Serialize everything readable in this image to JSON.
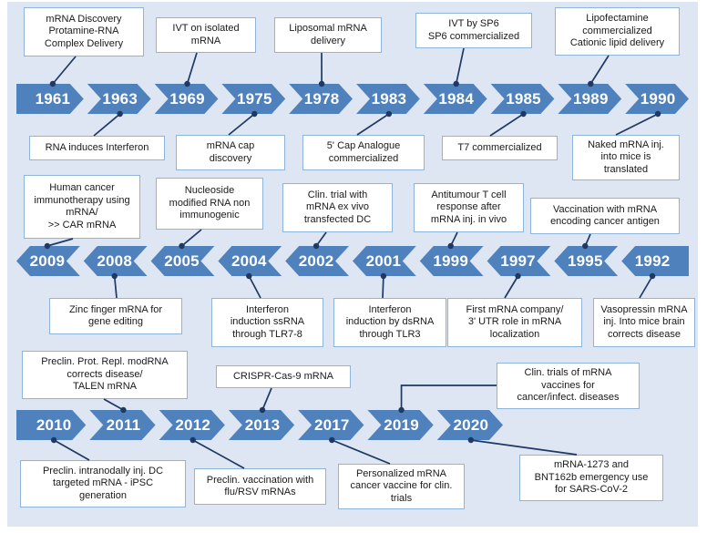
{
  "theme": {
    "canvas_bg": "#dde6f2",
    "band_fill": "#4f81bd",
    "band_border": "#ffffff",
    "box_border": "#8fb4da",
    "box_bg": "#ffffff",
    "connector": "#1f3864",
    "year_text": "#ffffff"
  },
  "rows": [
    {
      "id": "row-1",
      "direction": "right",
      "years": [
        "1961",
        "1963",
        "1969",
        "1975",
        "1978",
        "1983",
        "1984",
        "1985",
        "1989",
        "1990"
      ]
    },
    {
      "id": "row-2",
      "direction": "left",
      "years": [
        "2009",
        "2008",
        "2005",
        "2004",
        "2002",
        "2001",
        "1999",
        "1997",
        "1995",
        "1992"
      ]
    },
    {
      "id": "row-3",
      "direction": "right",
      "years": [
        "2010",
        "2011",
        "2012",
        "2013",
        "2017",
        "2019",
        "2020"
      ]
    }
  ],
  "events": {
    "e1961": "mRNA Discovery\nProtamine-RNA\nComplex Delivery",
    "e1963": "RNA induces Interferon",
    "e1969": "IVT on isolated\nmRNA",
    "e1975": "mRNA cap\ndiscovery",
    "e1978": "Liposomal mRNA\ndelivery",
    "e1983": "5' Cap Analogue\ncommercialized",
    "e1984": "IVT by SP6\nSP6 commercialized",
    "e1985": "T7 commercialized",
    "e1989": "Lipofectamine\ncommercialized\nCationic lipid delivery",
    "e1990": "Naked mRNA inj.\ninto mice is\ntranslated",
    "e2009": "Human cancer\nimmunotherapy using\nmRNA/\n>> CAR mRNA",
    "e2008": "Zinc finger mRNA for\ngene editing",
    "e2005": "Nucleoside\nmodified RNA non\nimmunogenic",
    "e2004": "Interferon\ninduction ssRNA\nthrough TLR7-8",
    "e2002": "Clin. trial with\nmRNA ex vivo\ntransfected DC",
    "e2001": "Interferon\ninduction by dsRNA\nthrough TLR3",
    "e1999": "Antitumour T cell\nresponse after\nmRNA inj. in vivo",
    "e1997": "First mRNA company/\n3' UTR role in mRNA\nlocalization",
    "e1995": "Vaccination with mRNA\nencoding cancer antigen",
    "e1992": "Vasopressin mRNA\ninj. Into mice brain\ncorrects disease",
    "e2010": "Preclin. intranodally inj. DC\ntargeted mRNA - iPSC\ngeneration",
    "e2011": "Preclin. Prot. Repl. modRNA\ncorrects disease/\nTALEN mRNA",
    "e2012": "Preclin. vaccination with\nflu/RSV mRNAs",
    "e2013": "CRISPR-Cas-9 mRNA",
    "e2017": "Personalized mRNA\ncancer vaccine for clin.\ntrials",
    "e2019": "Clin. trials of mRNA\nvaccines for\ncancer/infect. diseases",
    "e2020": "mRNA-1273 and\nBNT162b emergency use\nfor SARS-CoV-2"
  }
}
